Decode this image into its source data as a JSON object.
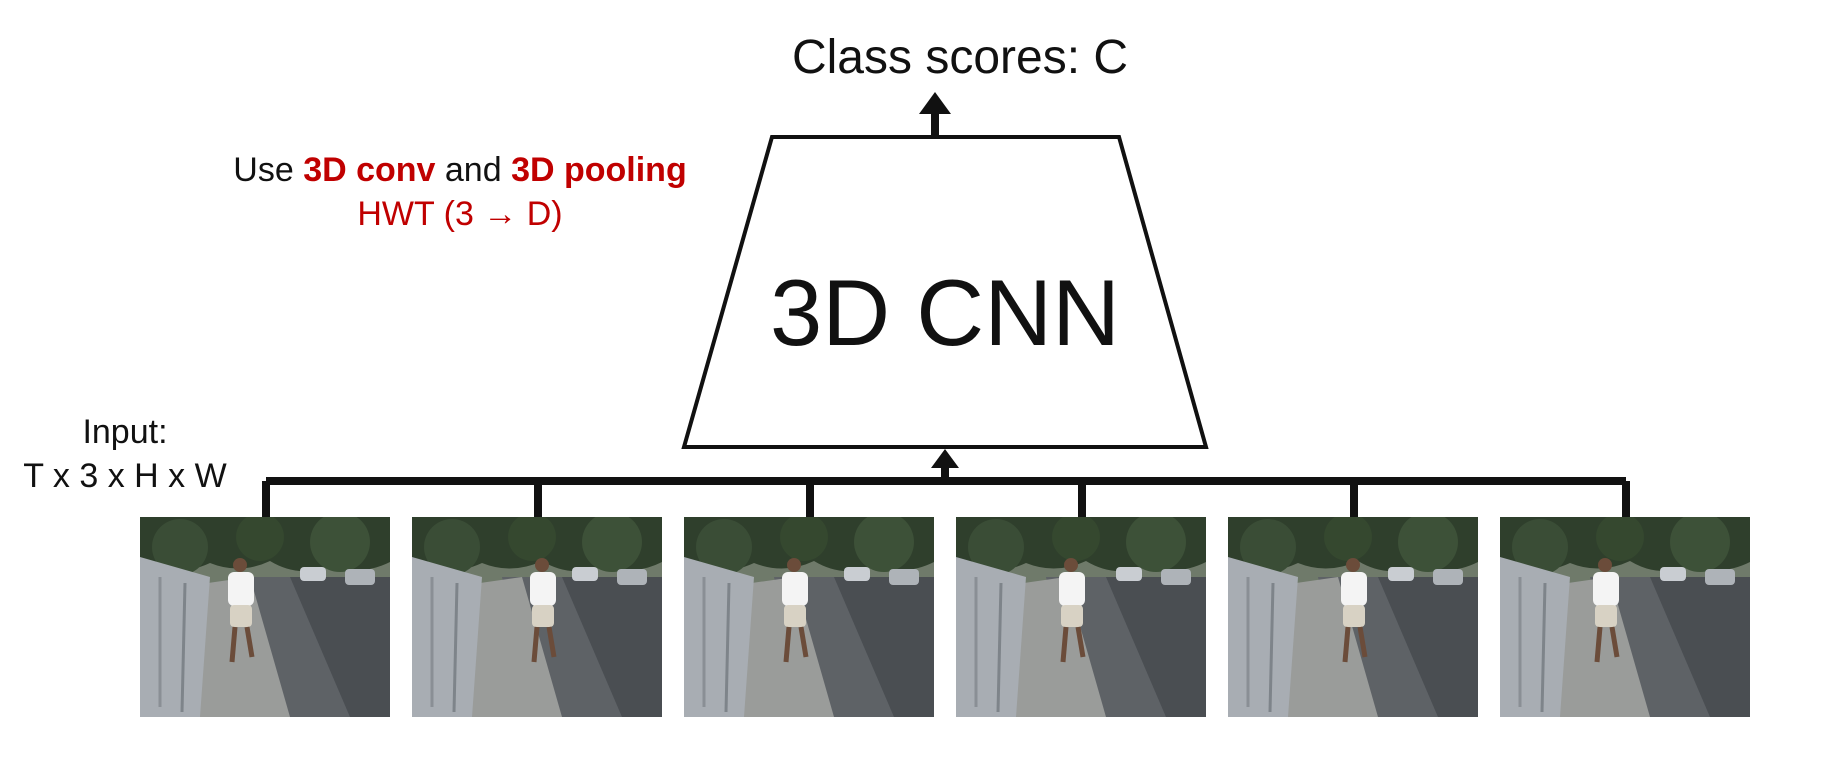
{
  "header": {
    "title": "Class scores: C"
  },
  "model": {
    "label": "3D CNN"
  },
  "annotation": {
    "prefix": "Use ",
    "conv": "3D conv",
    "middle": " and ",
    "pool": "3D pooling",
    "subtitle": "HWT (3 → D)"
  },
  "input": {
    "line1": "Input:",
    "line2": "T x 3 x H x W",
    "frame_count": 6
  },
  "colors": {
    "accent": "#c00000",
    "stroke": "#111111"
  }
}
